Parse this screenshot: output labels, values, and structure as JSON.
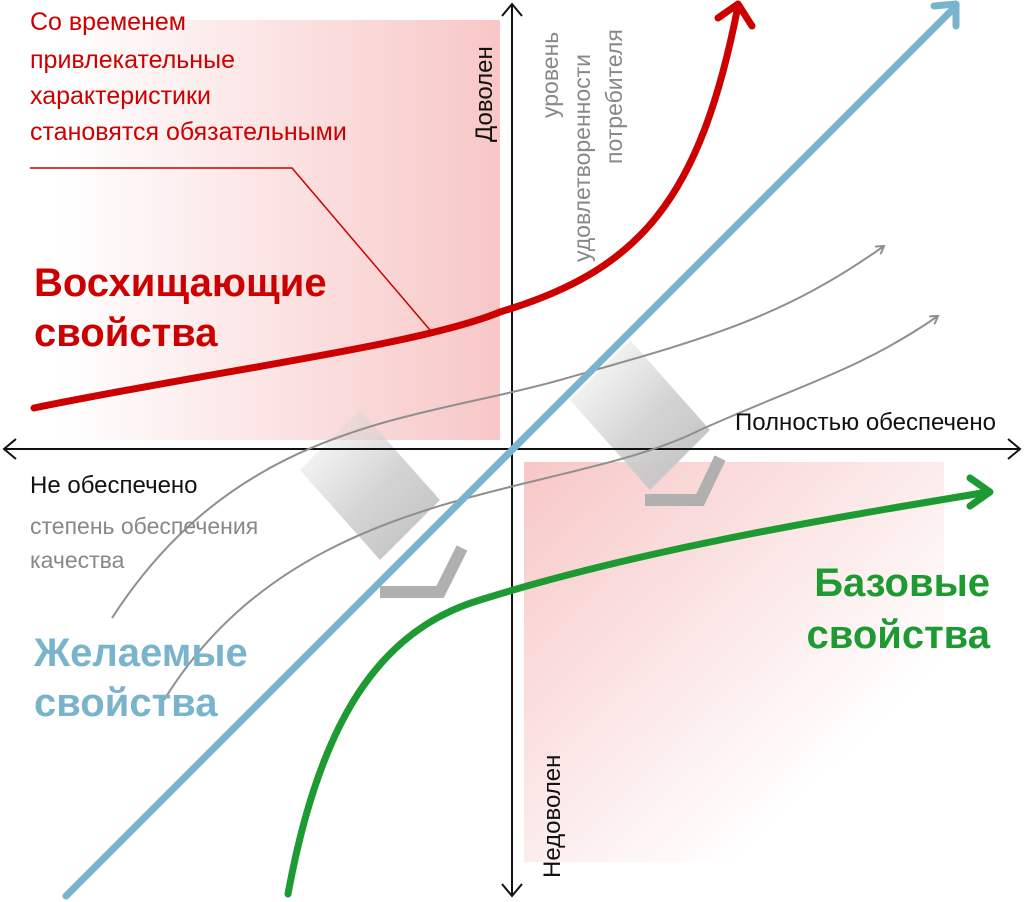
{
  "axes": {
    "x_left_label": "Не обеспечено",
    "x_right_label": "Полностью обеспечено",
    "x_caption": [
      "степень обеспечения",
      "качества"
    ],
    "y_top_label": "Доволен",
    "y_bottom_label": "Недоволен",
    "y_caption": [
      "уровень",
      "удовлетворенности",
      "потребителя"
    ]
  },
  "annotation": {
    "lines": [
      "Со временем",
      "привлекательные",
      "характеристики",
      "становятся обязательными"
    ]
  },
  "curves": {
    "delighters": {
      "lines": [
        "Восхищающие",
        "свойства"
      ],
      "color": "#cc0000"
    },
    "performance": {
      "lines": [
        "Желаемые",
        "свойства"
      ],
      "color": "#7ab4cc"
    },
    "basic": {
      "lines": [
        "Базовые",
        "свойства"
      ],
      "color": "#1e9a32"
    }
  },
  "colors": {
    "axis": "#111111",
    "caption_gray": "#888888",
    "thin_curve": "#8f8f8f",
    "shade_red": "#f7c4c4"
  }
}
